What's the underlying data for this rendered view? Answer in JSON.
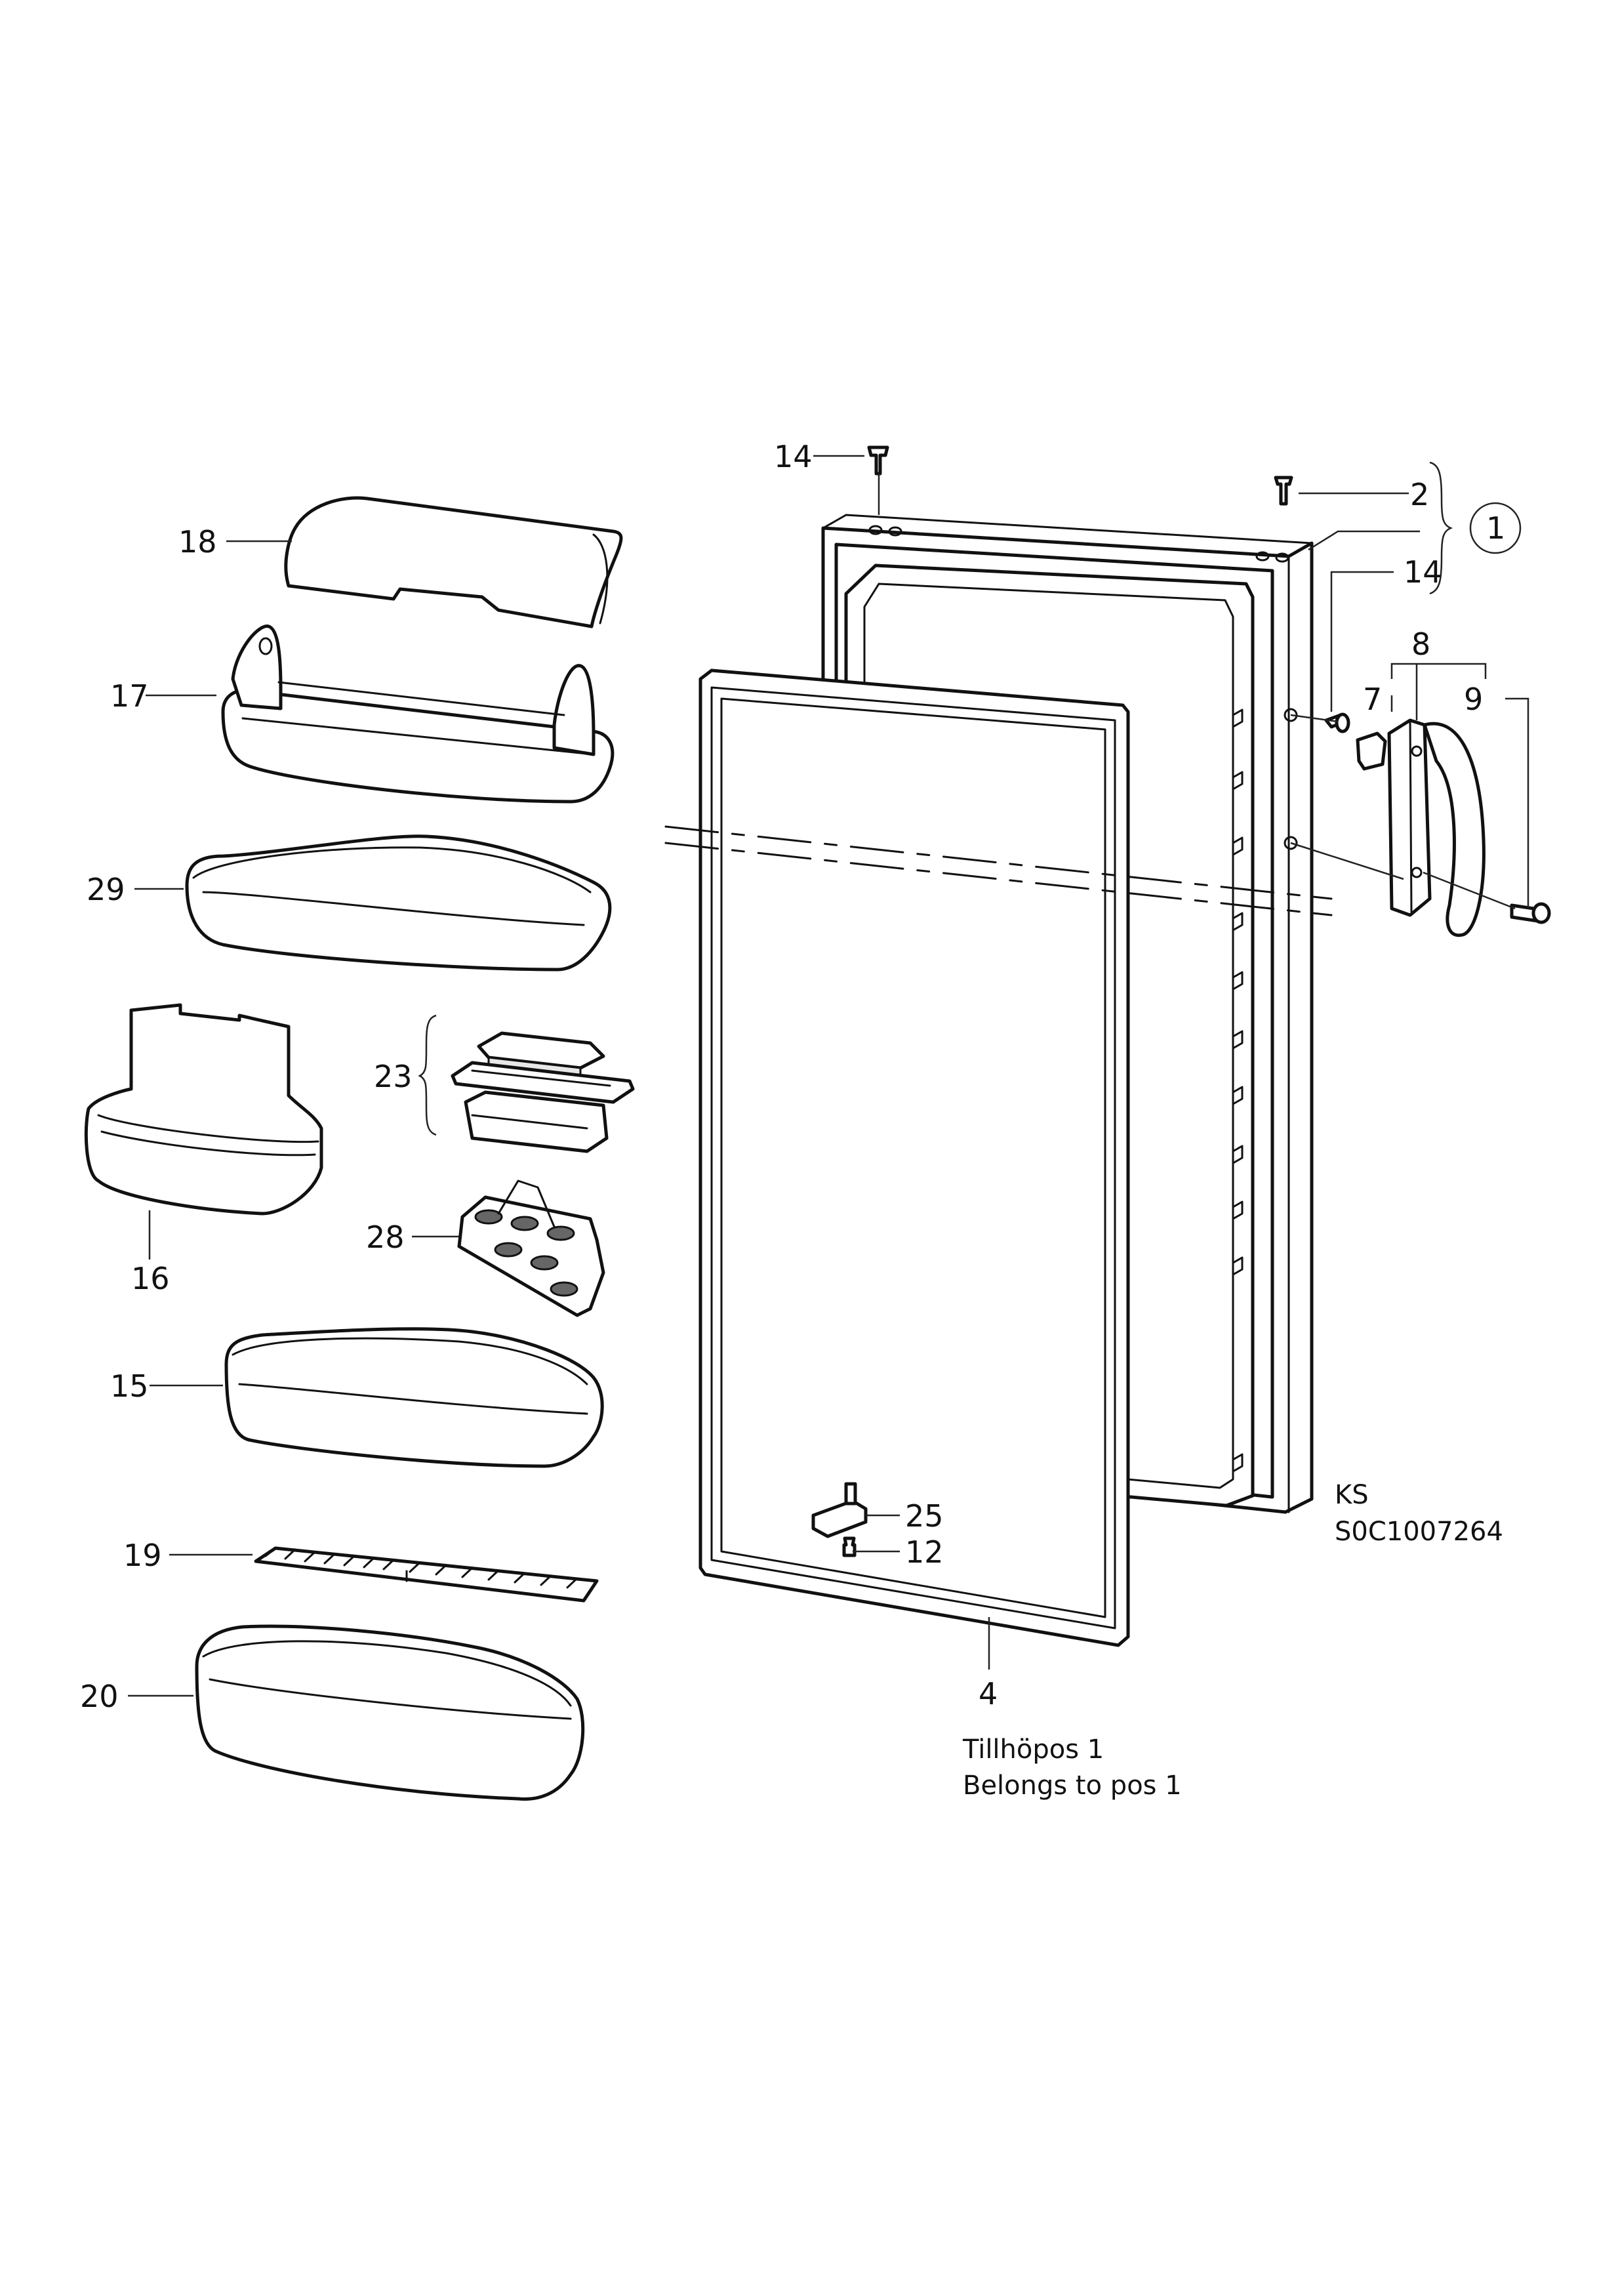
{
  "callouts": {
    "c14_top": "14",
    "c2": "2",
    "c1": "1",
    "c14_side": "14",
    "c8": "8",
    "c7": "7",
    "c9": "9",
    "c18": "18",
    "c17": "17",
    "c29": "29",
    "c23": "23",
    "c16": "16",
    "c28": "28",
    "c15": "15",
    "c19": "19",
    "c20": "20",
    "c25": "25",
    "c12": "12",
    "c4": "4"
  },
  "drawing_code": {
    "line1": "KS",
    "line2": "S0C1007264"
  },
  "note": {
    "line1": "Tillhöpos 1",
    "line2": "Belongs to pos 1"
  }
}
